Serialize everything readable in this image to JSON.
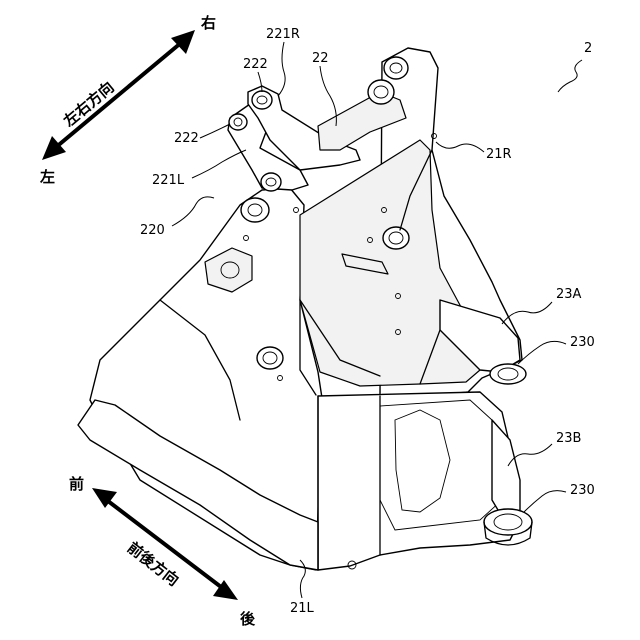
{
  "labels": {
    "fig_ref": "2",
    "r22": "22",
    "r221R": "221R",
    "r222a": "222",
    "r222b": "222",
    "r221L": "221L",
    "r220": "220",
    "r21R": "21R",
    "r23A": "23A",
    "r230a": "230",
    "r23B": "23B",
    "r230b": "230",
    "r21L": "21L"
  },
  "directions": {
    "lr_axis": "左右方向",
    "left": "左",
    "right": "右",
    "fb_axis": "前後方向",
    "front": "前",
    "rear": "後"
  }
}
